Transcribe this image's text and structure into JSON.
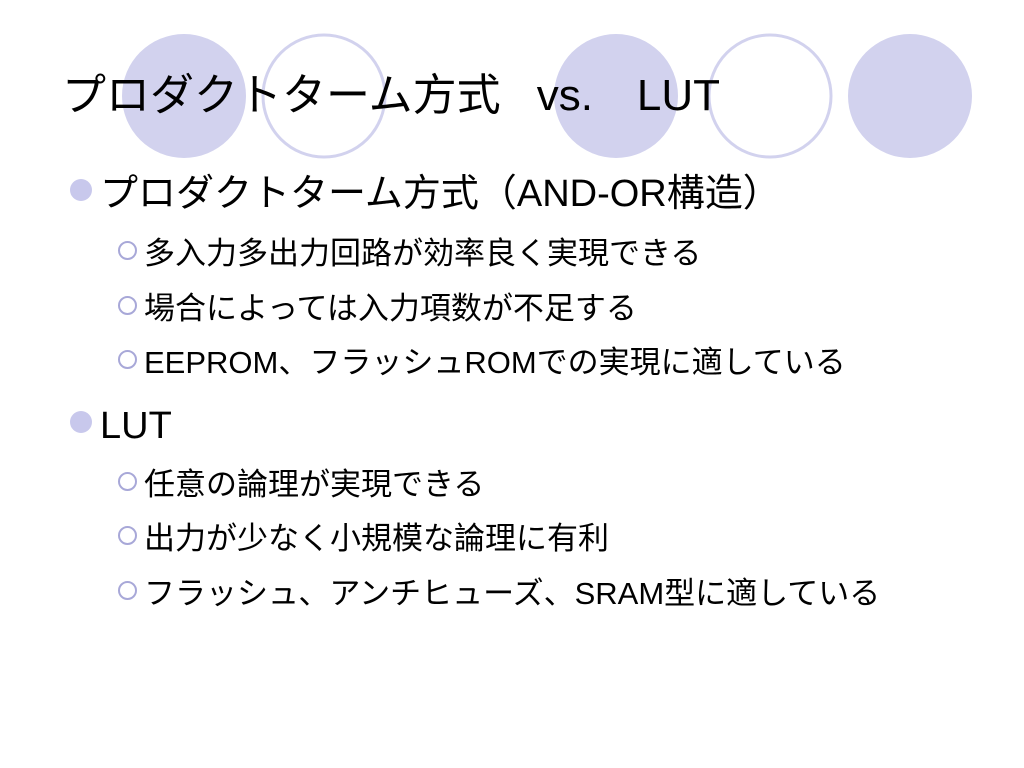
{
  "slide": {
    "title": {
      "main": "プロダクトターム方式",
      "rest": "vs.　LUT"
    },
    "theme": {
      "circle_fill": "#d2d2ee",
      "circle_ring": "#d2d2ee",
      "bullet_fill": "#c8c8ec"
    },
    "bullets": [
      {
        "text": "プロダクトターム方式（AND-OR構造）",
        "children": [
          "多入力多出力回路が効率良く実現できる",
          "場合によっては入力項数が不足する",
          "EEPROM、フラッシュROMでの実現に適している"
        ]
      },
      {
        "text": "LUT",
        "children": [
          "任意の論理が実現できる",
          "出力が少なく小規模な論理に有利",
          "フラッシュ、アンチヒューズ、SRAM型に適している"
        ]
      }
    ]
  }
}
